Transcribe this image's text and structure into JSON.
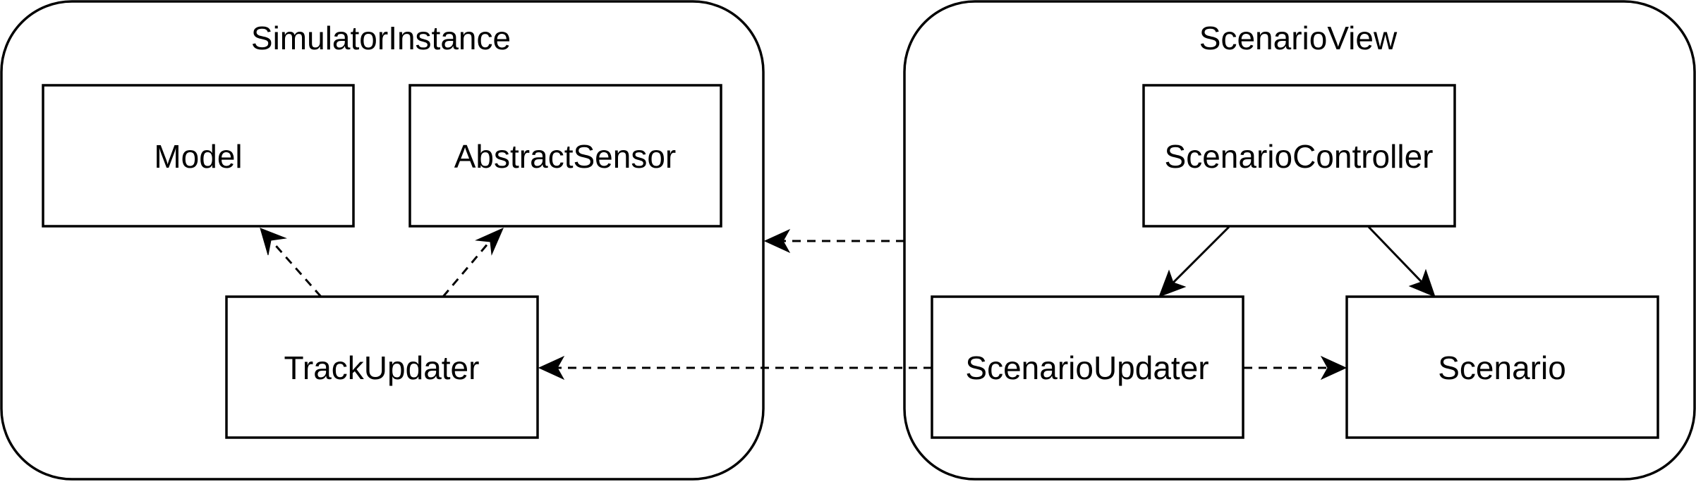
{
  "containers": {
    "simulator_instance": {
      "title": "SimulatorInstance"
    },
    "scenario_view": {
      "title": "ScenarioView"
    }
  },
  "components": {
    "model": {
      "label": "Model"
    },
    "abstract_sensor": {
      "label": "AbstractSensor"
    },
    "track_updater": {
      "label": "TrackUpdater"
    },
    "scenario_controller": {
      "label": "ScenarioController"
    },
    "scenario_updater": {
      "label": "ScenarioUpdater"
    },
    "scenario": {
      "label": "Scenario"
    }
  },
  "connections": [
    {
      "from": "TrackUpdater",
      "to": "Model",
      "style": "dashed"
    },
    {
      "from": "TrackUpdater",
      "to": "AbstractSensor",
      "style": "dashed"
    },
    {
      "from": "ScenarioView",
      "to": "SimulatorInstance",
      "style": "dashed"
    },
    {
      "from": "ScenarioUpdater",
      "to": "TrackUpdater",
      "style": "dashed"
    },
    {
      "from": "ScenarioUpdater",
      "to": "Scenario",
      "style": "dashed"
    },
    {
      "from": "ScenarioController",
      "to": "ScenarioUpdater",
      "style": "solid"
    },
    {
      "from": "ScenarioController",
      "to": "Scenario",
      "style": "solid"
    }
  ],
  "colors": {
    "stroke": "#000000",
    "background": "#ffffff"
  }
}
